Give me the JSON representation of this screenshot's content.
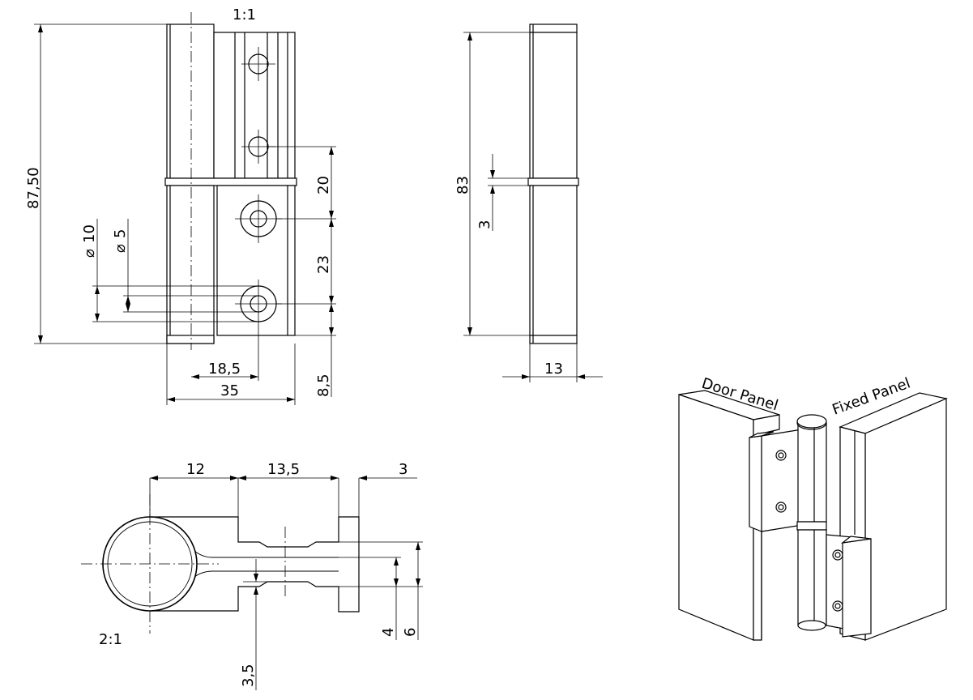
{
  "front_view": {
    "scale": "1:1",
    "dim_total_height": "87,50",
    "dim_pitch_upper": "20",
    "dim_pitch_lower": "23",
    "dim_bottom_offset": "8,5",
    "dim_hole_outer": "10",
    "dim_hole_inner": "5",
    "dim_hole_x": "18,5",
    "dim_width": "35",
    "diameter_symbol": "⌀"
  },
  "side_view": {
    "dim_height": "83",
    "dim_gap": "3",
    "dim_thickness": "13"
  },
  "section_view": {
    "scale": "2:1",
    "dim_a": "12",
    "dim_b": "13,5",
    "dim_c": "3",
    "dim_d": "4",
    "dim_e": "6",
    "dim_f": "3,5"
  },
  "iso_view": {
    "label_left": "Door Panel",
    "label_right": "Fixed Panel"
  }
}
